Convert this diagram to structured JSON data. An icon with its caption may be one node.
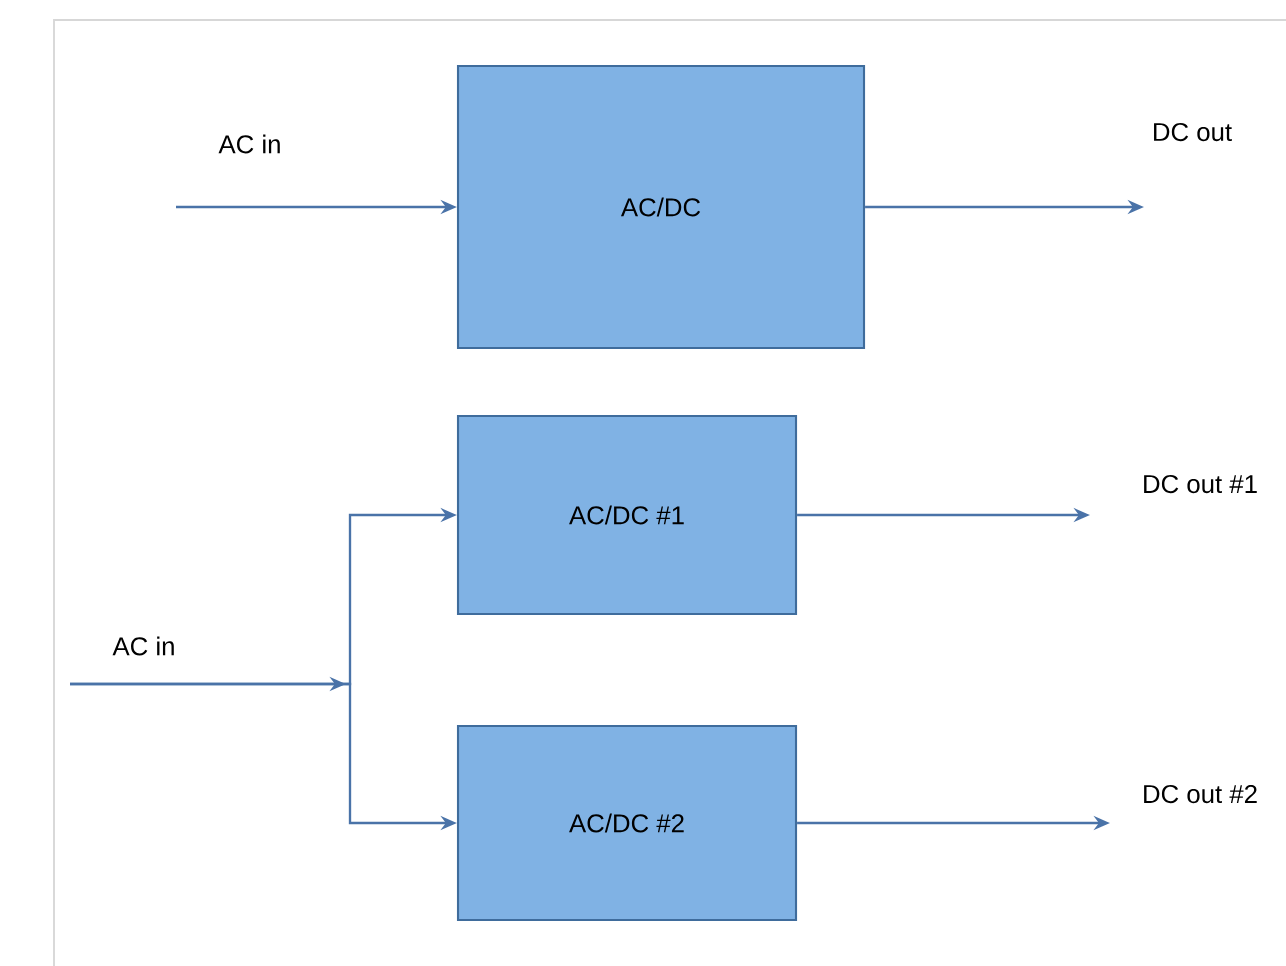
{
  "diagram": {
    "nodes": [
      {
        "text": [
          "AC/DC"
        ]
      },
      {
        "text": [
          "AC/DC #1"
        ]
      },
      {
        "text": [
          "AC/DC #2"
        ]
      }
    ],
    "edges": [
      {
        "from": null,
        "to": 0,
        "arrow": "to",
        "label": "AC in"
      },
      {
        "from": 0,
        "to": null,
        "arrow": "to",
        "label": "DC out"
      },
      {
        "from": null,
        "to": 1,
        "arrow": "to",
        "label": "AC in"
      },
      {
        "from": null,
        "to": 2,
        "arrow": "to"
      },
      {
        "from": 1,
        "to": null,
        "arrow": "to",
        "label": "DC out #1"
      },
      {
        "from": 2,
        "to": null,
        "arrow": "to",
        "label": "DC out #2"
      }
    ]
  }
}
